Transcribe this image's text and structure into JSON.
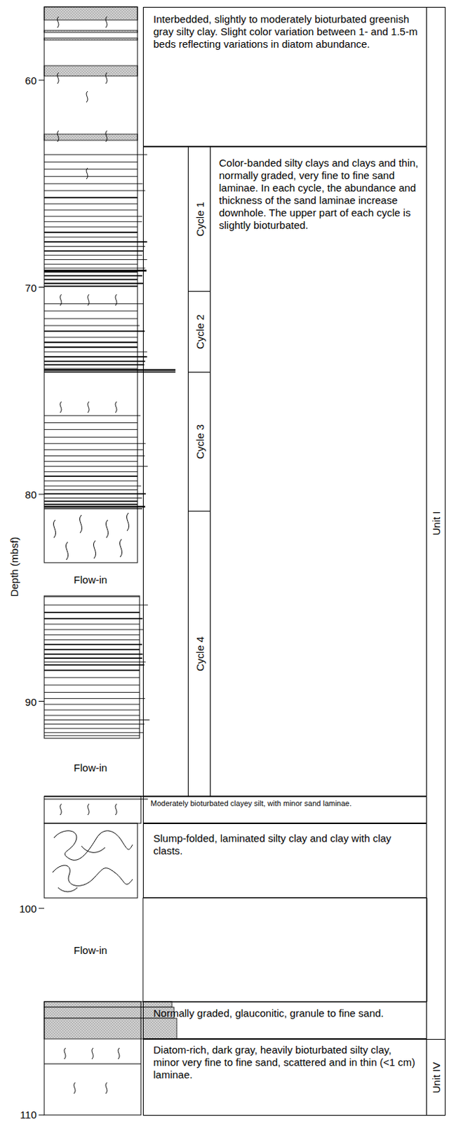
{
  "diagram": {
    "nodes": [
      {
        "text": [
          "Interbedded, slightly to moderately bioturbated greenish gray silty clay. Slight color variation between 1- and 1.5-m beds reflecting variations in diatom abundance."
        ]
      },
      {
        "text": [
          "Color-banded silty clays and clays and thin, normally graded, very fine to fine sand laminae. In each cycle, the abundance and thickness of the sand laminae increase downhole. The upper part of each cycle is slightly bioturbated."
        ]
      },
      {
        "text": [
          "Cycle 1"
        ],
        "in": 1
      },
      {
        "text": [
          "Cycle 2"
        ],
        "in": 1
      },
      {
        "text": [
          "Cycle 3"
        ],
        "in": 1
      },
      {
        "text": [
          "Cycle 4"
        ],
        "in": 1
      },
      {
        "text": [
          "Moderately bioturbated clayey silt, with minor sand laminae."
        ]
      },
      {
        "text": [
          "Slump-folded, laminated silty clay and clay with clay clasts."
        ]
      },
      {
        "text": [
          "Normally graded, glauconitic, granule to fine sand."
        ]
      },
      {
        "text": [
          "Diatom-rich, dark gray, heavily bioturbated silty clay, minor very fine to fine sand, scattered and in thin (<1 cm) laminae."
        ]
      },
      {
        "text": [
          "Unit I"
        ]
      },
      {
        "text": [
          "Unit IV"
        ]
      }
    ],
    "labels": [
      "60",
      "70",
      "80",
      "90",
      "100",
      "110",
      "Depth (mbsf)",
      "Flow-in",
      "Flow-in",
      "Flow-in"
    ]
  }
}
